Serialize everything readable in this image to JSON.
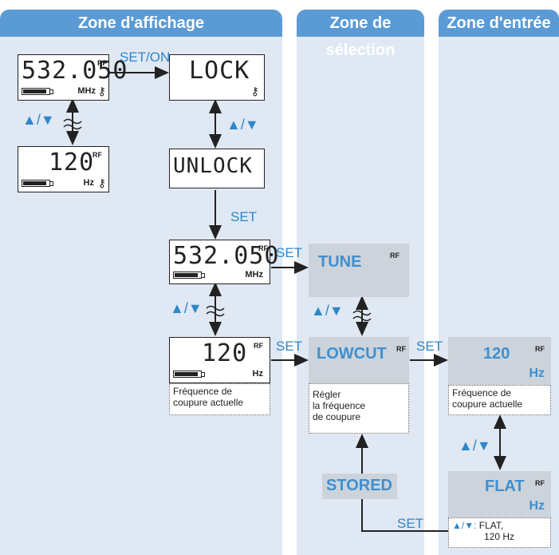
{
  "zones": {
    "display": "Zone d'affichage",
    "selection": "Zone de sélection",
    "input": "Zone d'entrée"
  },
  "lcd": {
    "freq": "532.050",
    "rf": "RF",
    "mhz": "MHz",
    "hz": "Hz",
    "lock": "LOCK",
    "unlock": "UNLOCK",
    "lowcut_val": "120"
  },
  "labels": {
    "set_on": "SET/ON",
    "set": "SET",
    "updown": "▲/▼",
    "updown_colon": "▲/▼:"
  },
  "selection": {
    "tune": "TUNE",
    "lowcut": "LOWCUT",
    "stored": "STORED"
  },
  "input": {
    "value": "120",
    "flat": "FLAT",
    "hz": "Hz",
    "options_line1": "FLAT,",
    "options_line2": "120 Hz"
  },
  "notes": {
    "freq_current_l1": "Fréquence de",
    "freq_current_l2": "coupure actuelle",
    "regler_l1": "Régler",
    "regler_l2": "la fréquence",
    "regler_l3": "de coupure"
  }
}
